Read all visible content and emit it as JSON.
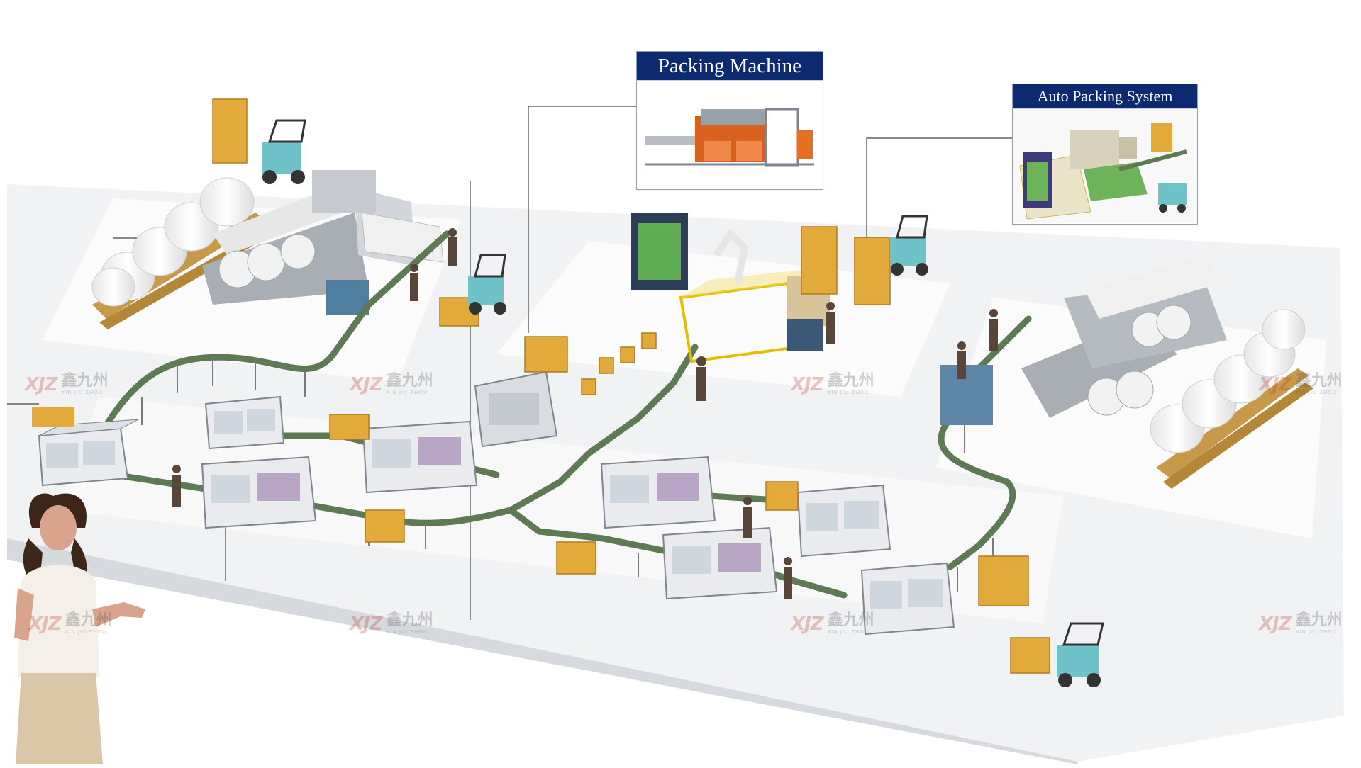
{
  "callouts": {
    "packing_machine": "Packing Machine",
    "auto_packing_system": "Auto Packing System"
  },
  "watermark": {
    "logo": "XJZ",
    "cn": "鑫九州",
    "en": "XIN JIU ZHOU"
  },
  "colors": {
    "callout_header": "#0b2a6f",
    "conveyor": "#5d7a55",
    "box": "#e2a93b",
    "forklift": "#6fc2c9",
    "machine_body": "#e9ebee",
    "machine_frame": "#7e8590",
    "roll": "#f3f3f3",
    "stand": "#c79a4b",
    "watermark": "#c0392b"
  }
}
